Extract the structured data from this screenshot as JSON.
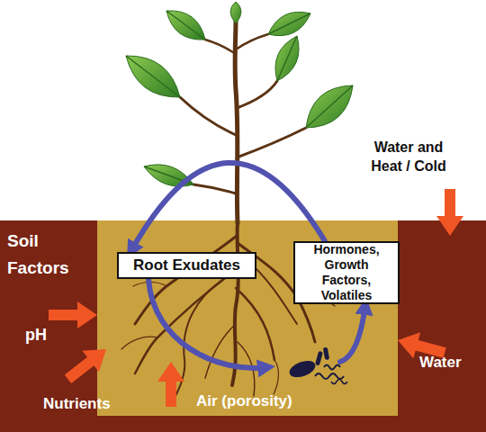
{
  "diagram": {
    "nodes": [
      {
        "text": [
          "Soil Factors"
        ]
      },
      {
        "text": [
          "Root Exudates"
        ],
        "in": 0
      },
      {
        "text": [
          "Hormones, Growth Factors, Volatiles"
        ],
        "in": 0
      }
    ],
    "edges": [
      {
        "from": 2,
        "to": 1,
        "arrow": "to"
      },
      {
        "from": 1,
        "to": 2,
        "arrow": "to"
      }
    ],
    "labels": [
      "Water and Heat / Cold",
      "pH",
      "Nutrients",
      "Air (porosity)",
      "Water"
    ]
  }
}
